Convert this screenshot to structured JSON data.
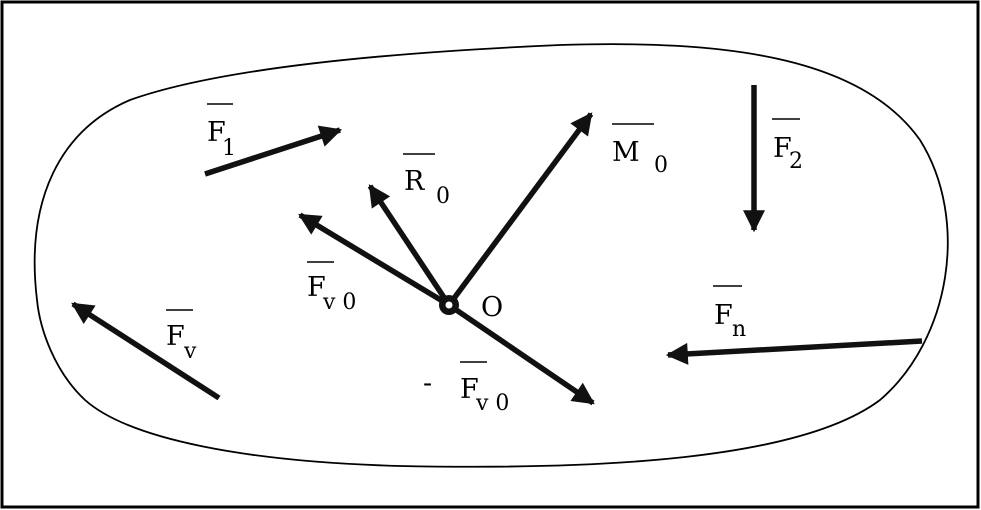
{
  "labels": {
    "f1": {
      "base": "F",
      "sub": "1"
    },
    "f2": {
      "base": "F",
      "sub": "2"
    },
    "fn": {
      "base": "F",
      "sub": "n"
    },
    "fv": {
      "base": "F",
      "sub": "v"
    },
    "fv0": {
      "base": "F",
      "sub": "v 0"
    },
    "neg_fv0": {
      "sign": "-",
      "base": "F",
      "sub": "v 0"
    },
    "r0": {
      "base": "R",
      "sub": "0"
    },
    "m0": {
      "base": "M",
      "sub": "0"
    },
    "origin": "O"
  }
}
